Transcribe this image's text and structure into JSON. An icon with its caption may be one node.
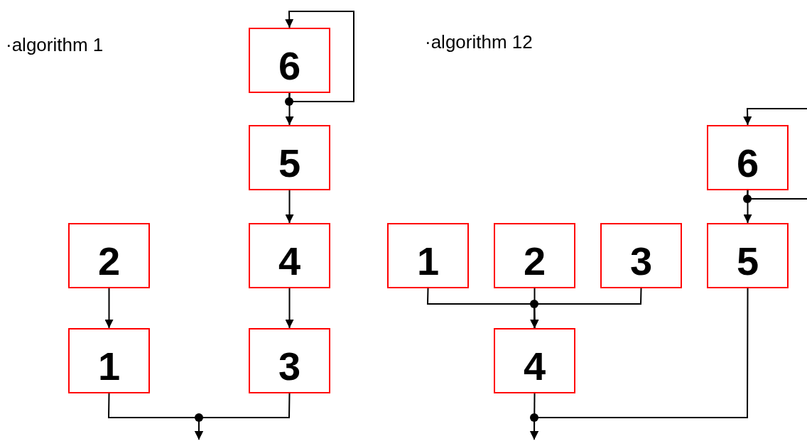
{
  "diagram": {
    "nodes": [
      {
        "text": [
          "6"
        ]
      },
      {
        "text": [
          "5"
        ]
      },
      {
        "text": [
          "2"
        ]
      },
      {
        "text": [
          "4"
        ]
      },
      {
        "text": [
          "1"
        ]
      },
      {
        "text": [
          "3"
        ]
      },
      {
        "text": [
          "6"
        ]
      },
      {
        "text": [
          "1"
        ]
      },
      {
        "text": [
          "2"
        ]
      },
      {
        "text": [
          "3"
        ]
      },
      {
        "text": [
          "5"
        ]
      },
      {
        "text": [
          "4"
        ]
      }
    ],
    "edges": [
      {
        "from": 0,
        "to": 0,
        "arrow": "to"
      },
      {
        "from": 0,
        "to": 1,
        "arrow": "to"
      },
      {
        "from": 1,
        "to": 3,
        "arrow": "to"
      },
      {
        "from": 3,
        "to": 5,
        "arrow": "to"
      },
      {
        "from": 2,
        "to": 4,
        "arrow": "to"
      },
      {
        "from": 4,
        "to": null,
        "arrow": "to"
      },
      {
        "from": 5,
        "to": null,
        "arrow": "to"
      },
      {
        "from": 6,
        "to": 6,
        "arrow": "to"
      },
      {
        "from": 6,
        "to": 10,
        "arrow": "to"
      },
      {
        "from": 7,
        "to": 11,
        "arrow": "to"
      },
      {
        "from": 8,
        "to": 11,
        "arrow": "to"
      },
      {
        "from": 9,
        "to": 11,
        "arrow": "to"
      },
      {
        "from": 11,
        "to": null,
        "arrow": "to"
      },
      {
        "from": 10,
        "to": null,
        "arrow": "to"
      }
    ],
    "labels": [
      "·algorithm 1",
      "·algorithm 12"
    ]
  }
}
